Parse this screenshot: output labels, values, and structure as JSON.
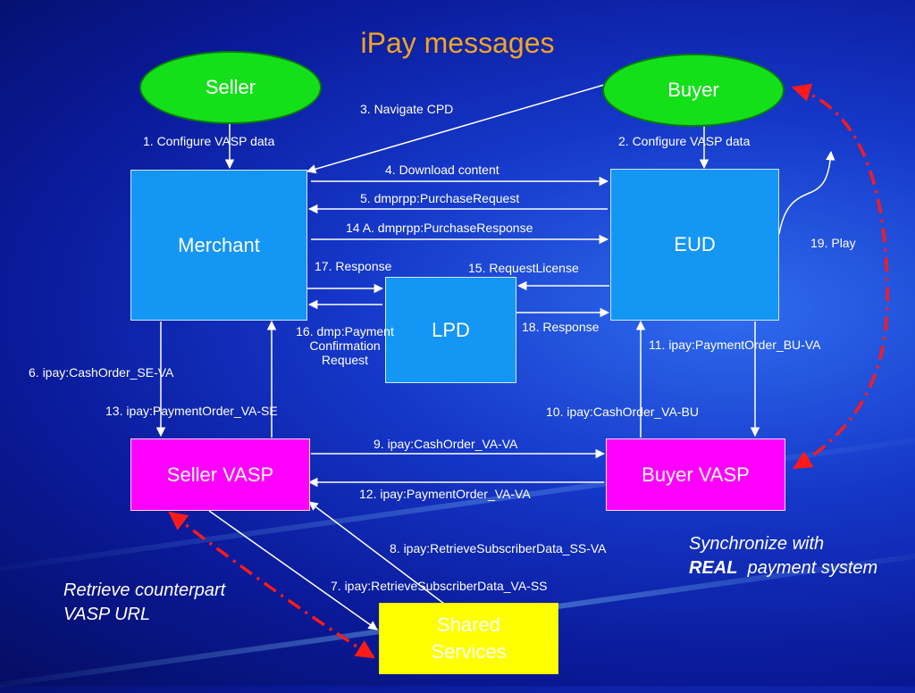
{
  "title": "iPay messages",
  "nodes": {
    "seller": "Seller",
    "buyer": "Buyer",
    "merchant": "Merchant",
    "eud": "EUD",
    "lpd": "LPD",
    "seller_vasp": "Seller VASP",
    "buyer_vasp": "Buyer VASP",
    "shared_services_line1": "Shared",
    "shared_services_line2": "Services"
  },
  "messages": {
    "m1": "1. Configure VASP data",
    "m2": "2. Configure VASP data",
    "m3": "3. Navigate CPD",
    "m4": "4. Download content",
    "m5": "5. dmprpp:PurchaseRequest",
    "m14a": "14 A. dmprpp:PurchaseResponse",
    "m17": "17. Response",
    "m15": "15. RequestLicense",
    "m16_line1": "16. dmp:Payment",
    "m16_line2": "Confirmation",
    "m16_line3": "Request",
    "m18": "18. Response",
    "m19": "19. Play",
    "m11": "11. ipay:PaymentOrder_BU-VA",
    "m6": "6. ipay:CashOrder_SE-VA",
    "m13": "13. ipay:PaymentOrder_VA-SE",
    "m10": "10. ipay:CashOrder_VA-BU",
    "m9": "9. ipay:CashOrder_VA-VA",
    "m12": "12. ipay:PaymentOrder_VA-VA",
    "m8": "8. ipay:RetrieveSubscriberData_SS-VA",
    "m7": "7. ipay:RetrieveSubscriberData_VA-SS"
  },
  "notes": {
    "sync_line1": "Synchronize with",
    "sync_bold": "REAL",
    "sync_rest": "payment system",
    "retrieve_line1": "Retrieve counterpart",
    "retrieve_line2": "VASP URL"
  },
  "colors": {
    "title": "#f3a41f",
    "oval": "#14e01a",
    "box_blue": "#1496f5",
    "box_magenta": "#ff00ff",
    "box_yellow": "#ffff00",
    "dashed_red": "#ff1a1a"
  }
}
